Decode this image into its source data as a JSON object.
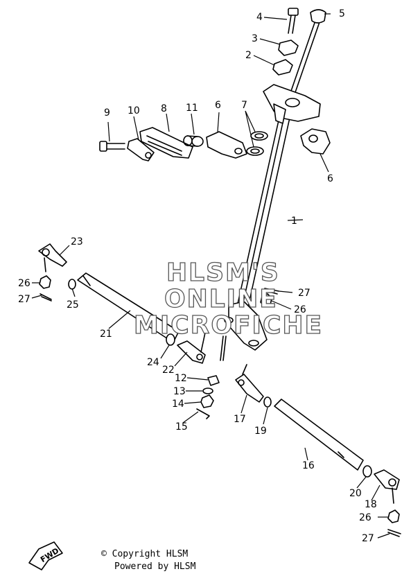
{
  "watermark": {
    "line1": "HLSM'S",
    "line2": "ONLINE",
    "line3": "MICROFICHE"
  },
  "footer": {
    "copyright": "© Copyright HLSM",
    "powered": "Powered by HLSM"
  },
  "fwd_label": "FWD",
  "callouts": {
    "c1": "1",
    "c2": "2",
    "c3": "3",
    "c4": "4",
    "c5": "5",
    "c6a": "6",
    "c6b": "6",
    "c7": "7",
    "c8": "8",
    "c9": "9",
    "c10": "10",
    "c11": "11",
    "c12": "12",
    "c13": "13",
    "c14": "14",
    "c15": "15",
    "c16": "16",
    "c17": "17",
    "c18": "18",
    "c19": "19",
    "c20": "20",
    "c21": "21",
    "c22": "22",
    "c23": "23",
    "c24": "24",
    "c25": "25",
    "c26a": "26",
    "c26b": "26",
    "c26c": "26",
    "c27a": "27",
    "c27b": "27",
    "c27c": "27"
  }
}
